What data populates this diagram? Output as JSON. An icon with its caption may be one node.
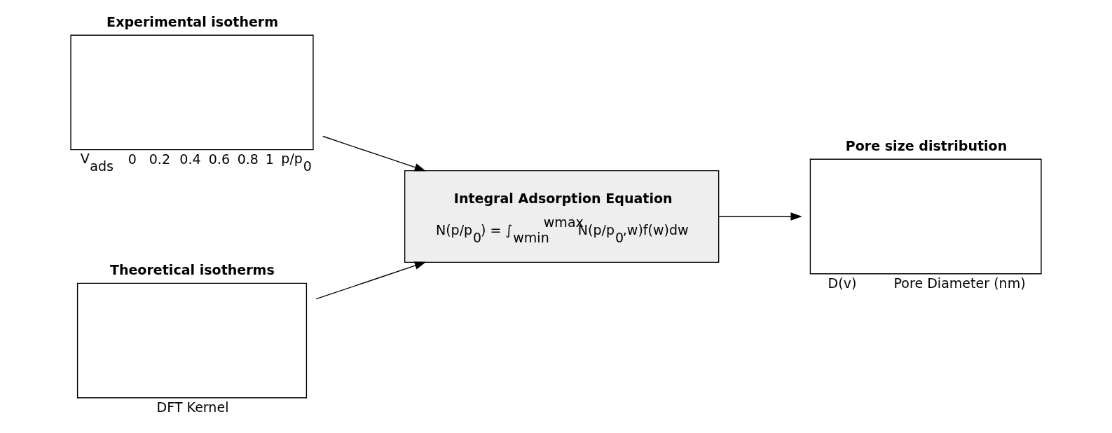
{
  "diagram": {
    "nodes": [
      {
        "text": [
          "Experimental isotherm"
        ],
        "beside": [
          "V$_{ads}$",
          "0",
          "0.2",
          "0.4",
          "0.6",
          "0.8",
          "1",
          "p/p$_{0}$"
        ]
      },
      {
        "text": [
          "Theoretical isotherms"
        ],
        "beside": [
          "DFT Kernel"
        ]
      },
      {
        "text": [
          "Integral Adsorption Equation",
          "N(p/p$_{0}$) = ∫$_{wmin}$$^{wmax}$N(p/p$_{0}$,w)f(w)dw"
        ]
      },
      {
        "text": [
          "Pore size distribution"
        ],
        "beside": [
          "D(v)",
          "Pore Diameter (nm)"
        ]
      }
    ],
    "edges": [
      {
        "from": 0,
        "to": 2,
        "arrow": "to"
      },
      {
        "from": 1,
        "to": 2,
        "arrow": "to"
      },
      {
        "from": 2,
        "to": 3,
        "arrow": "to"
      }
    ]
  }
}
